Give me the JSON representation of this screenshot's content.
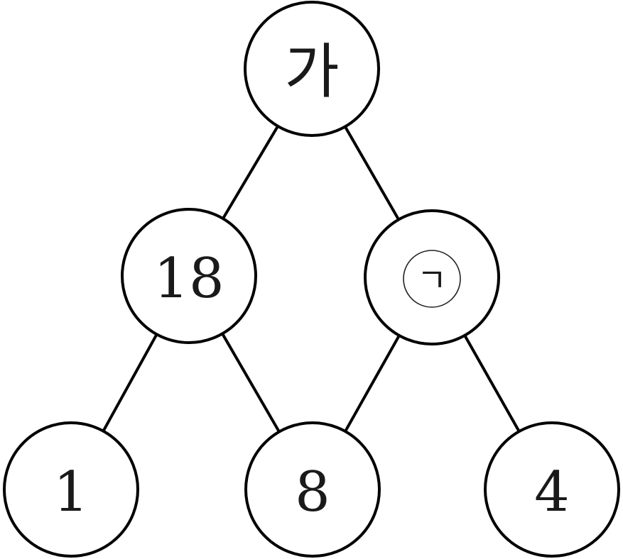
{
  "diagram": {
    "type": "triangle-tree",
    "nodes": [
      {
        "id": "top",
        "label": "가",
        "row": 0
      },
      {
        "id": "mid-left",
        "label": "18",
        "row": 1
      },
      {
        "id": "mid-right",
        "label": "ㄱ",
        "row": 1,
        "circled": true
      },
      {
        "id": "bottom-left",
        "label": "1",
        "row": 2
      },
      {
        "id": "bottom-middle",
        "label": "8",
        "row": 2
      },
      {
        "id": "bottom-right",
        "label": "4",
        "row": 2
      }
    ],
    "edges": [
      [
        "top",
        "mid-left"
      ],
      [
        "top",
        "mid-right"
      ],
      [
        "mid-left",
        "bottom-left"
      ],
      [
        "mid-left",
        "bottom-middle"
      ],
      [
        "mid-right",
        "bottom-middle"
      ],
      [
        "mid-right",
        "bottom-right"
      ]
    ]
  }
}
